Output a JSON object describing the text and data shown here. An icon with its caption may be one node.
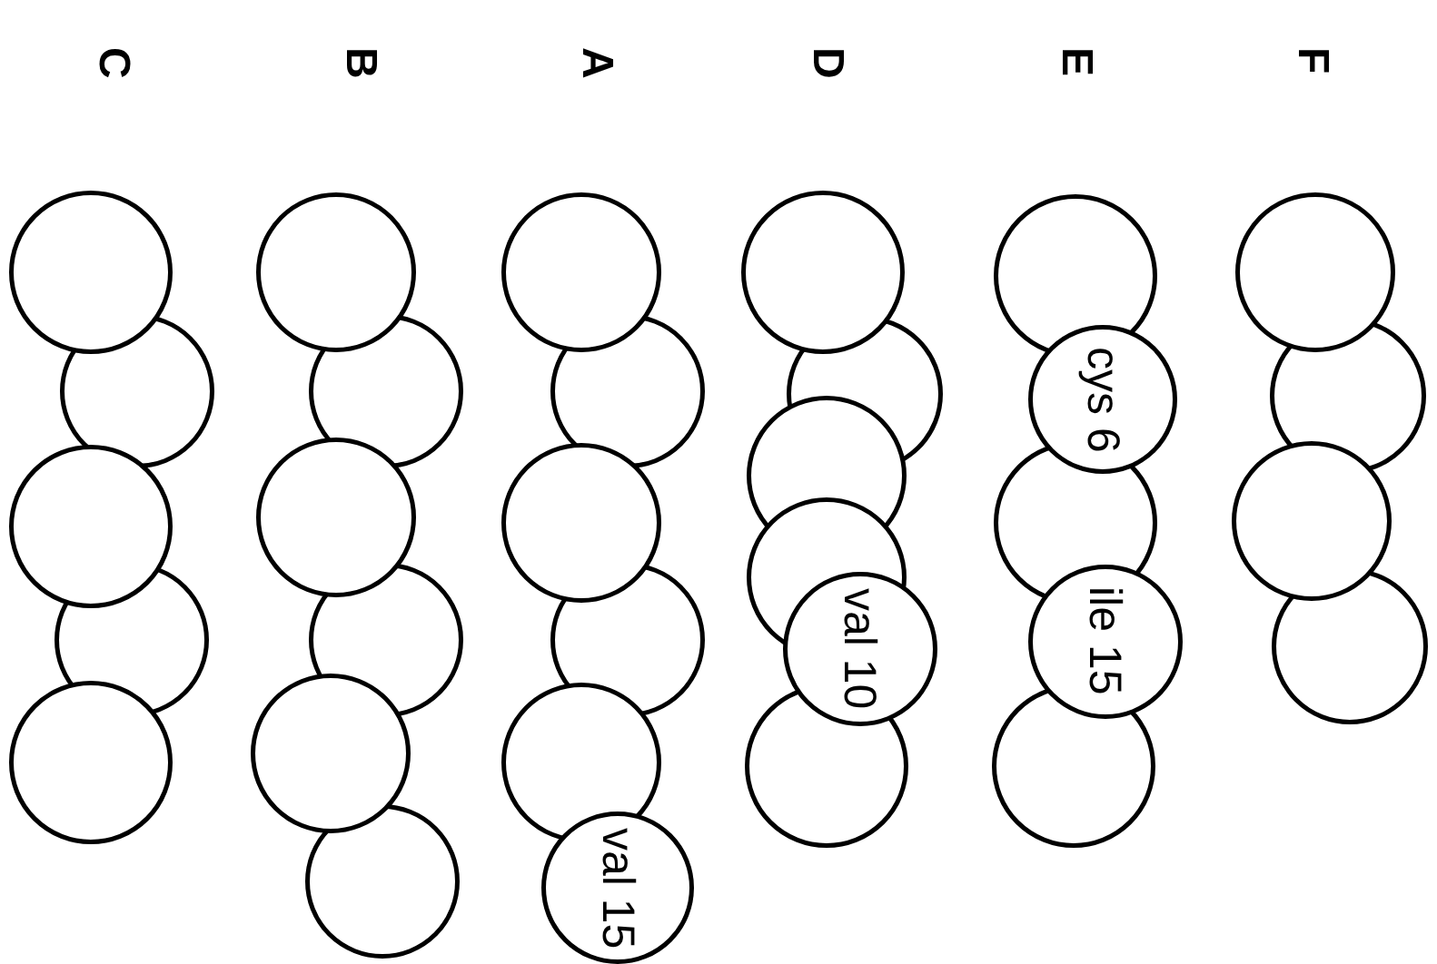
{
  "diagram": {
    "nodes": [
      {
        "text": [],
        "shape": "circle"
      },
      {
        "text": [],
        "shape": "circle"
      },
      {
        "text": [],
        "shape": "circle"
      },
      {
        "text": [],
        "shape": "circle"
      },
      {
        "text": [],
        "shape": "circle"
      },
      {
        "text": [
          "cys 6"
        ]
      },
      {
        "text": [],
        "shape": "circle"
      },
      {
        "text": [
          "ile 15"
        ]
      },
      {
        "text": [],
        "shape": "circle"
      },
      {
        "text": [],
        "shape": "circle"
      },
      {
        "text": [],
        "shape": "circle"
      },
      {
        "text": [],
        "shape": "circle"
      },
      {
        "text": [],
        "shape": "circle"
      },
      {
        "text": [
          "val 10"
        ]
      },
      {
        "text": [],
        "shape": "circle"
      },
      {
        "text": [],
        "shape": "circle"
      },
      {
        "text": [],
        "shape": "circle"
      },
      {
        "text": [],
        "shape": "circle"
      },
      {
        "text": [],
        "shape": "circle"
      },
      {
        "text": [],
        "shape": "circle"
      },
      {
        "text": [
          "val 15"
        ]
      },
      {
        "text": [],
        "shape": "circle"
      },
      {
        "text": [],
        "shape": "circle"
      },
      {
        "text": [],
        "shape": "circle"
      },
      {
        "text": [],
        "shape": "circle"
      },
      {
        "text": [],
        "shape": "circle"
      },
      {
        "text": [],
        "shape": "circle"
      },
      {
        "text": [],
        "shape": "circle"
      },
      {
        "text": [],
        "shape": "circle"
      },
      {
        "text": [],
        "shape": "circle"
      },
      {
        "text": [],
        "shape": "circle"
      },
      {
        "text": [],
        "shape": "circle"
      }
    ],
    "labels": [
      "F",
      "E",
      "D",
      "A",
      "B",
      "C"
    ]
  }
}
